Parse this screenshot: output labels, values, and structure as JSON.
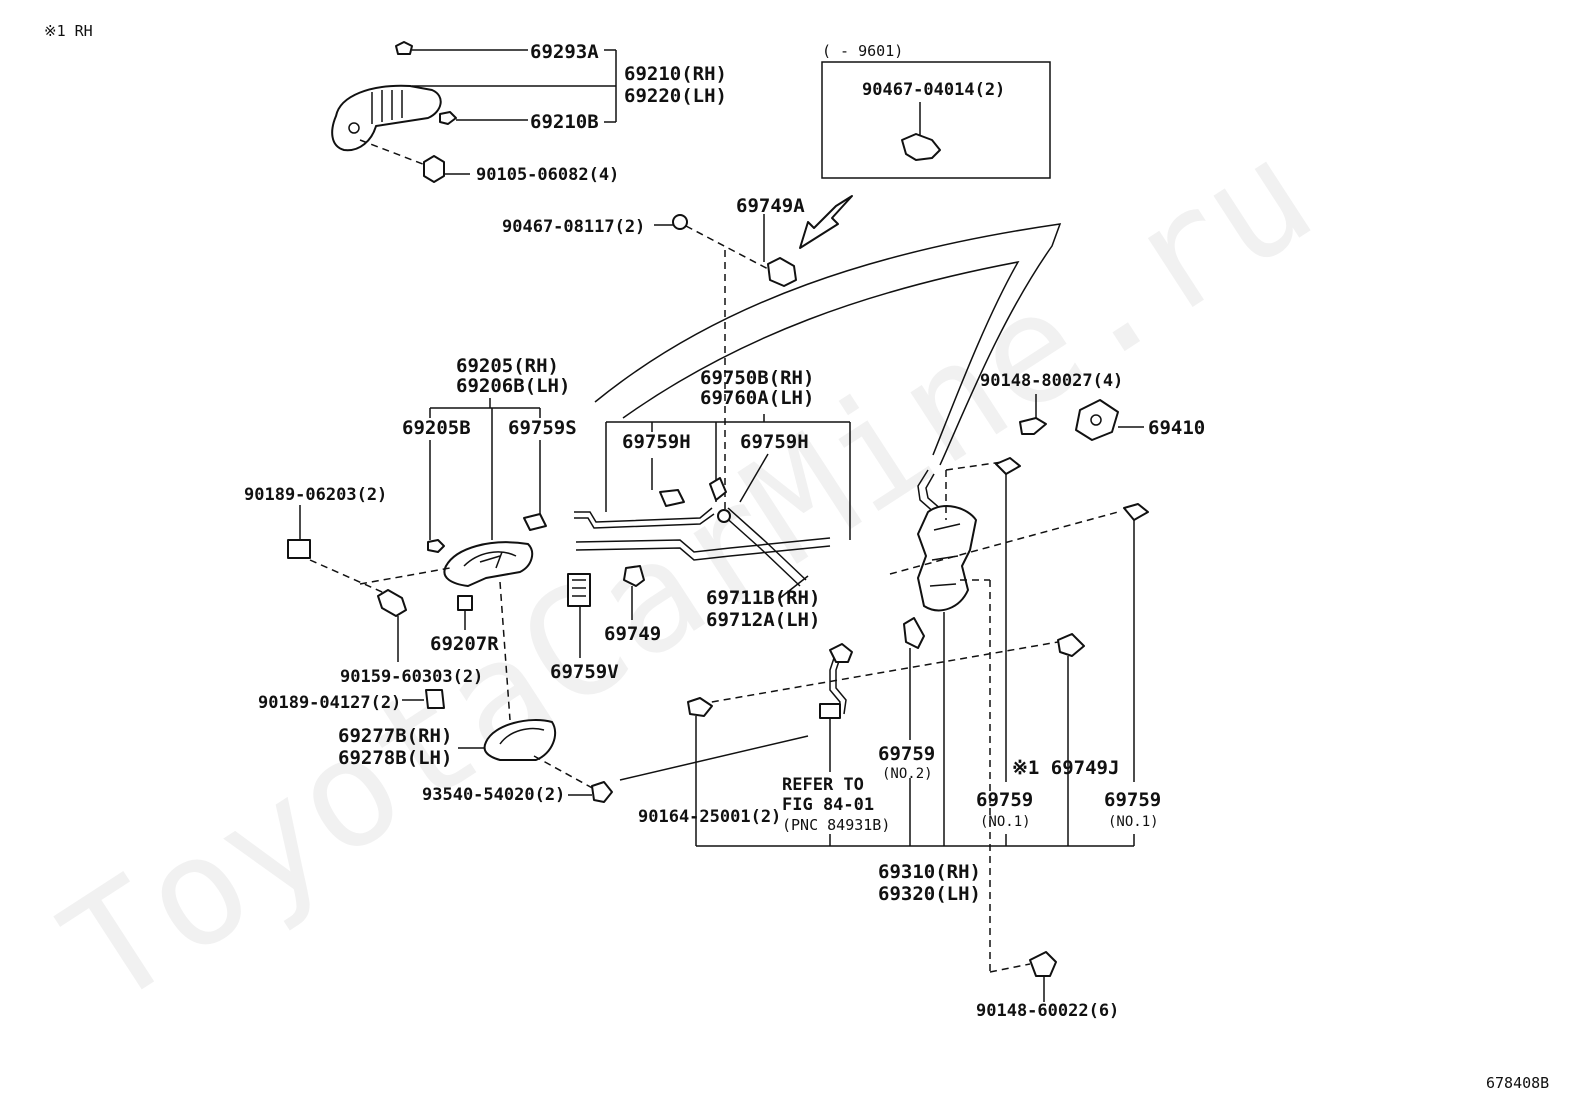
{
  "watermark": "ToyotaCarMine.ru",
  "note_rh": "※1 RH",
  "diagram_id": "678408B",
  "box": {
    "range": "(    - 9601)",
    "part": "90467-04014(2)"
  },
  "labels": {
    "p69293A": "69293A",
    "p69210RH": "69210(RH)",
    "p69220LH": "69220(LH)",
    "p69210B": "69210B",
    "p90105": "90105-06082(4)",
    "p90467_08117": "90467-08117(2)",
    "p69749A": "69749A",
    "p69205RH": "69205(RH)",
    "p69206BLH": "69206B(LH)",
    "p69205B": "69205B",
    "p69759S": "69759S",
    "p69750BRH": "69750B(RH)",
    "p69760ALH": "69760A(LH)",
    "p69759H_1": "69759H",
    "p69759H_2": "69759H",
    "p90148_80027": "90148-80027(4)",
    "p69410": "69410",
    "p90189_06203": "90189-06203(2)",
    "p69711BRH": "69711B(RH)",
    "p69712ALH": "69712A(LH)",
    "p69207R": "69207R",
    "p69749": "69749",
    "p69759V": "69759V",
    "p90159": "90159-60303(2)",
    "p90189_04127": "90189-04127(2)",
    "p69277BRH": "69277B(RH)",
    "p69278BLH": "69278B(LH)",
    "p93540": "93540-54020(2)",
    "p90164": "90164-25001(2)",
    "refer_1": "REFER TO",
    "refer_2": "FIG 84-01",
    "refer_3": "(PNC 84931B)",
    "p69759_no2": "69759",
    "p69759_no2_sub": "(NO.2)",
    "p69749J": "※1 69749J",
    "p69759_no1a": "69759",
    "p69759_no1a_sub": "(NO.1)",
    "p69759_no1b": "69759",
    "p69759_no1b_sub": "(NO.1)",
    "p69310RH": "69310(RH)",
    "p69320LH": "69320(LH)",
    "p90148_60022": "90148-60022(6)"
  }
}
